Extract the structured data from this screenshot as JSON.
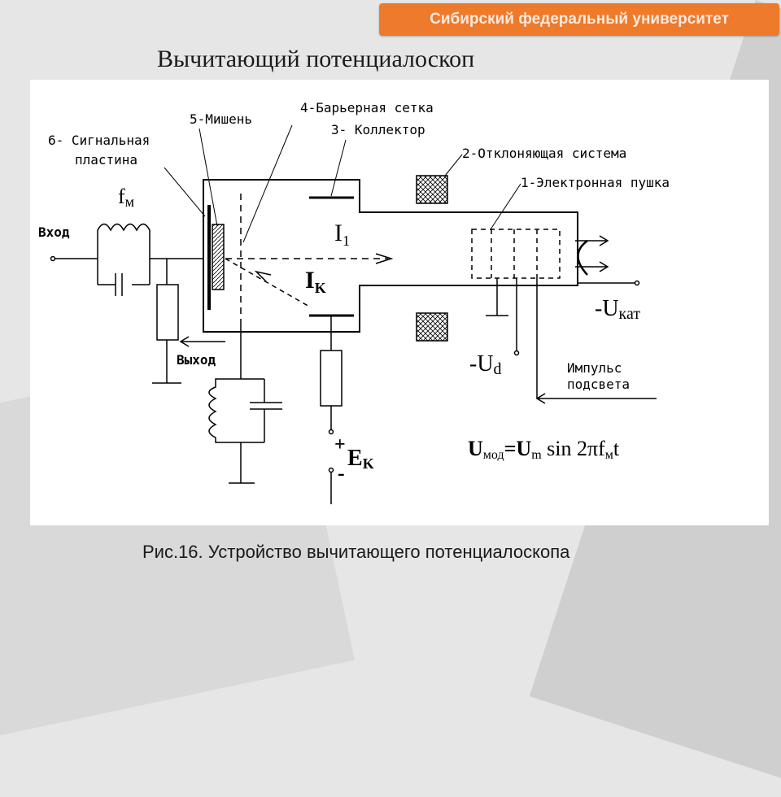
{
  "header": {
    "university": "Сибирский федеральный университет"
  },
  "slide": {
    "title": "Вычитающий потенциалоскоп"
  },
  "diagram": {
    "labels": {
      "target": "5-Мишень",
      "barrier_grid": "4-Барьерная сетка",
      "collector": "3- Коллектор",
      "signal_plate_1": "6- Сигнальная",
      "signal_plate_2": "пластина",
      "deflection": "2-Отклоняющая система",
      "gun": "1-Электронная пушка",
      "fm": "f",
      "fm_sub": "м",
      "input": "Вход",
      "output": "Выход",
      "i1": "I",
      "i1_sub": "1",
      "ik": "I",
      "ik_sub": "K",
      "ucat": "-U",
      "ucat_sub": "кат",
      "ud": "-U",
      "ud_sub": "d",
      "pulse_1": "Импульс",
      "pulse_2": "подсвета",
      "ek": "E",
      "ek_sub": "K",
      "plus": "+",
      "minus": "-",
      "formula_u": "U",
      "formula_mod": "мод",
      "formula_eq": "=U",
      "formula_m": "m",
      "formula_sin": " sin 2πf",
      "formula_m2": "м",
      "formula_t": "t"
    }
  },
  "caption": {
    "text": "Рис.16. Устройство вычитающего потенциалоскопа"
  }
}
